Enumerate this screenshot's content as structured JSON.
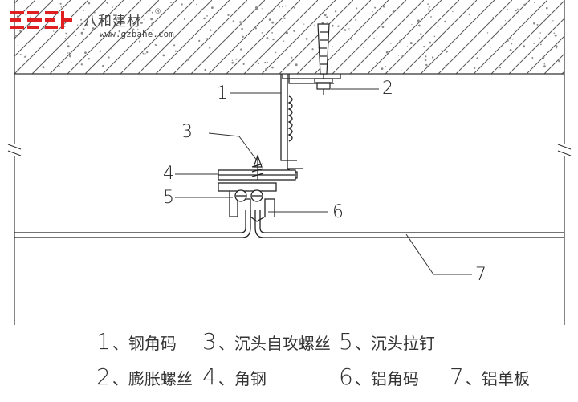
{
  "brand": {
    "name": "八和建材",
    "reg_mark": "®",
    "url": "www.gzbahe.com",
    "colors": {
      "mark": "#e02020",
      "text": "#444444"
    }
  },
  "callouts": [
    "1",
    "2",
    "3",
    "4",
    "5",
    "6",
    "7"
  ],
  "legend": [
    {
      "num": "1",
      "text": "、钢角码"
    },
    {
      "num": "3",
      "text": "、沉头自攻螺丝"
    },
    {
      "num": "5",
      "text": "、沉头拉钉"
    },
    {
      "num": "2",
      "text": "、膨胀螺丝"
    },
    {
      "num": "4",
      "text": "、角钢"
    },
    {
      "num": "6",
      "text": "、铝角码"
    },
    {
      "num": "7",
      "text": "、铝单板"
    }
  ],
  "colors": {
    "line": "#333333",
    "hatch": "#555555",
    "dots": "#8a8a8a"
  }
}
